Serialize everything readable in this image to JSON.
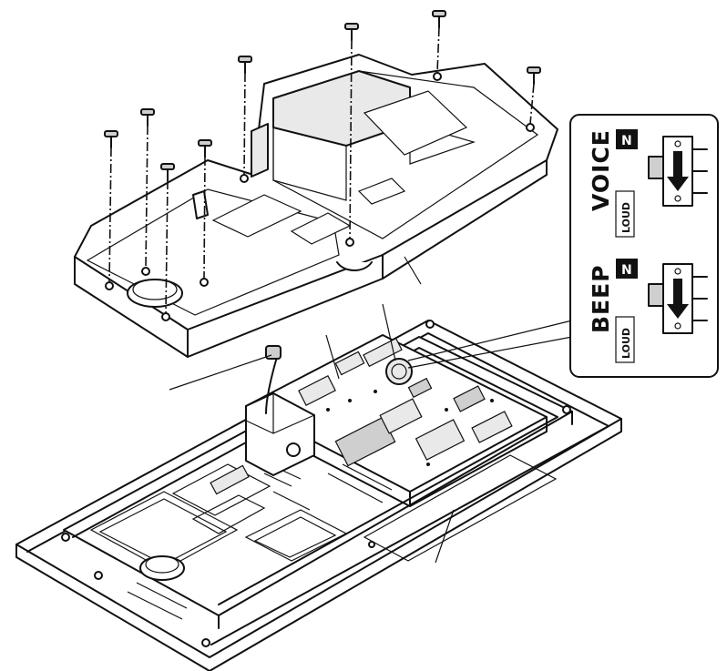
{
  "callout": {
    "voice_label": "VOICE",
    "beep_label": "BEEP",
    "n_badge": "N",
    "loud_label": "LOUD"
  }
}
